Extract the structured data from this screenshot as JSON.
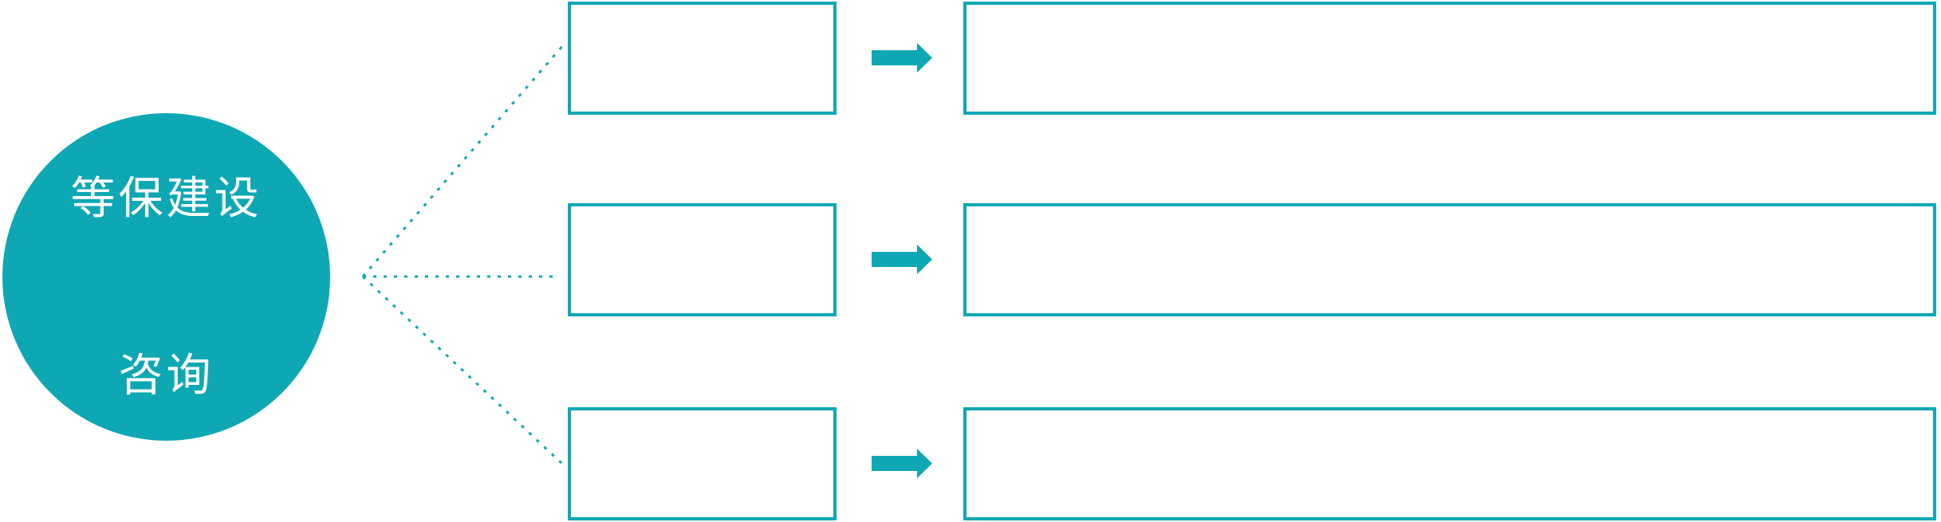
{
  "diagram": {
    "title": "",
    "center_node": {
      "label_line1": "等保建设",
      "label_line2": "咨询"
    },
    "rows": [
      {
        "small_box_label": "",
        "large_box_label": ""
      },
      {
        "small_box_label": "",
        "large_box_label": ""
      },
      {
        "small_box_label": "",
        "large_box_label": ""
      }
    ],
    "icons": {
      "arrow": "right-block-arrow-icon",
      "connector": "dotted-fan-line"
    },
    "colors": {
      "accent": "#0EA8B4",
      "text_on_accent": "#FFFFFF",
      "background": "#FFFFFF"
    }
  }
}
